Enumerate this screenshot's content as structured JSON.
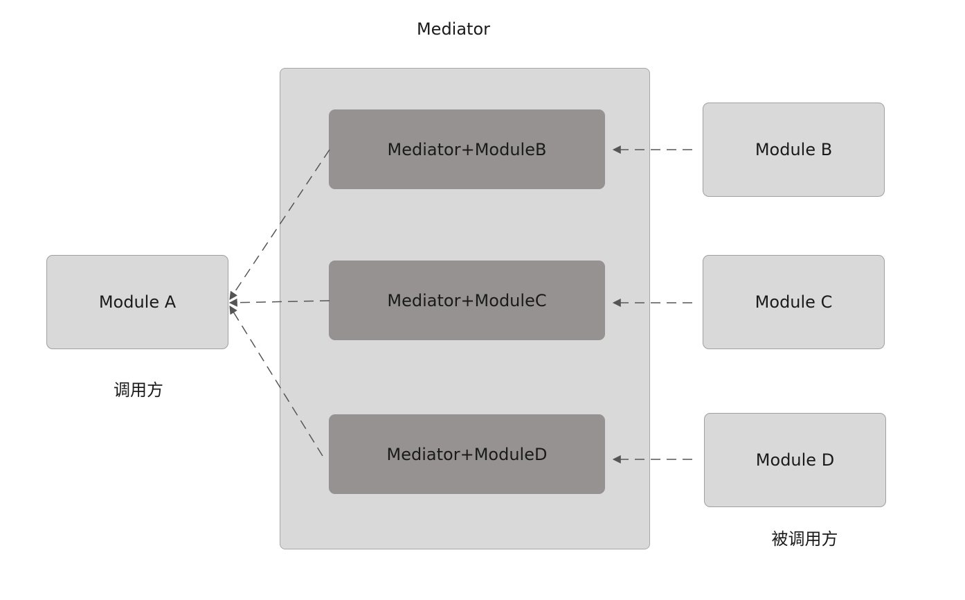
{
  "mediator": {
    "title": "Mediator",
    "components": [
      {
        "label": "Mediator+ModuleB"
      },
      {
        "label": "Mediator+ModuleC"
      },
      {
        "label": "Mediator+ModuleD"
      }
    ]
  },
  "caller": {
    "module": "Module A",
    "role": "调用方"
  },
  "callees": {
    "modules": [
      {
        "label": "Module B"
      },
      {
        "label": "Module C"
      },
      {
        "label": "Module D"
      }
    ],
    "role": "被调用方"
  },
  "colors": {
    "container_fill": "#d9d9d9",
    "component_fill": "#959291",
    "module_fill": "#d9d9d9",
    "connector": "#555555"
  }
}
